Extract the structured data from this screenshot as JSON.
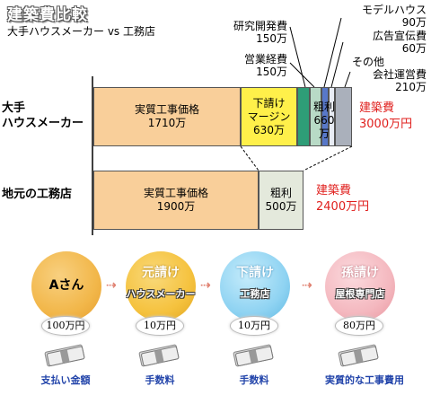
{
  "header": {
    "title": "建築費比較",
    "subtitle": "大手ハウスメーカー vs 工務店"
  },
  "callouts": {
    "research": {
      "label": "研究開発費",
      "value": "150万"
    },
    "sales": {
      "label": "営業経費",
      "value": "150万"
    },
    "model": {
      "label": "モデルハウス",
      "value": "90万"
    },
    "ad": {
      "label": "広告宣伝費",
      "value": "60万"
    },
    "other": {
      "label1": "その他",
      "label2": "会社運営費",
      "value": "210万"
    }
  },
  "rows": {
    "large": {
      "label1": "大手",
      "label2": "ハウスメーカー",
      "construction": {
        "label": "実質工事価格",
        "value": "1710万"
      },
      "margin": {
        "label1": "下請け",
        "label2": "マージン",
        "value": "630万"
      },
      "gross": {
        "label": "粗利",
        "value": "660万"
      },
      "total": {
        "label": "建築費",
        "value": "3000万円"
      }
    },
    "local": {
      "label": "地元の工務店",
      "construction": {
        "label": "実質工事価格",
        "value": "1900万"
      },
      "gross": {
        "label": "粗利",
        "value": "500万"
      },
      "total": {
        "label": "建築費",
        "value": "2400万円"
      }
    }
  },
  "colors": {
    "construction": "#f9cf9a",
    "margin": "#fff04a",
    "research": "#2e9d77",
    "sales": "#b8dac6",
    "model": "#5878c9",
    "ad": "#e8ecf4",
    "other": "#aab0bb",
    "gross_local": "#e4e9dc",
    "total_text": "#e0201e"
  },
  "flow": {
    "steps": [
      {
        "main": "Aさん",
        "amount": "100万円",
        "caption": "支払い金額",
        "color": "#f2b74a",
        "icon": "money-stack-icon"
      },
      {
        "main": "元請け",
        "sub": "ハウスメーカー",
        "amount": "10万円",
        "caption": "手数料",
        "color": "#f5c23e",
        "icon": "money-stack-icon"
      },
      {
        "main": "下請け",
        "sub": "工務店",
        "amount": "10万円",
        "caption": "手数料",
        "color": "#8fd3f2",
        "icon": "money-stack-icon"
      },
      {
        "main": "孫請け",
        "sub": "屋根専門店",
        "amount": "80万円",
        "caption": "実質的な工事費用",
        "color": "#f4b8bf",
        "icon": "money-stack-icon"
      }
    ]
  }
}
